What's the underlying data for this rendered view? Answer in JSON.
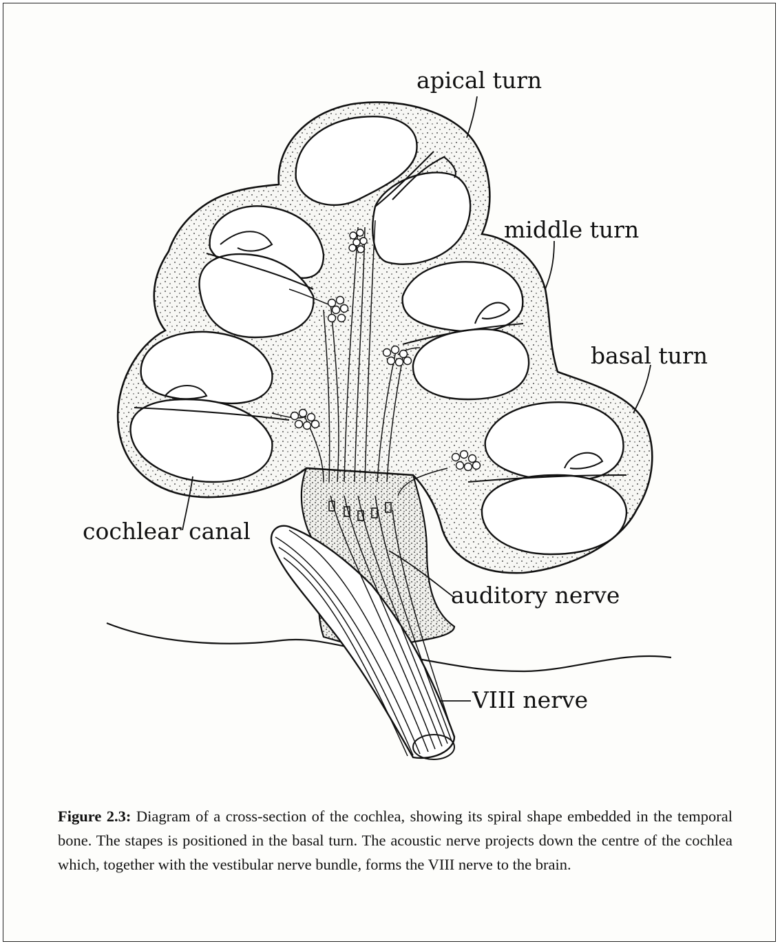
{
  "labels": {
    "apical_turn": "apical turn",
    "middle_turn": "middle turn",
    "basal_turn": "basal turn",
    "cochlear_canal": "cochlear canal",
    "auditory_nerve": "auditory nerve",
    "viii_nerve": "VIII nerve"
  },
  "caption": {
    "figure_number": "Figure 2.3:",
    "text": " Diagram of a cross-section of the cochlea, showing its spiral shape embedded in the temporal bone. The stapes is positioned in the basal turn. The acoustic nerve projects down the centre of the cochlea which, together with the vestibular nerve bundle, forms the VIII nerve to the brain."
  }
}
